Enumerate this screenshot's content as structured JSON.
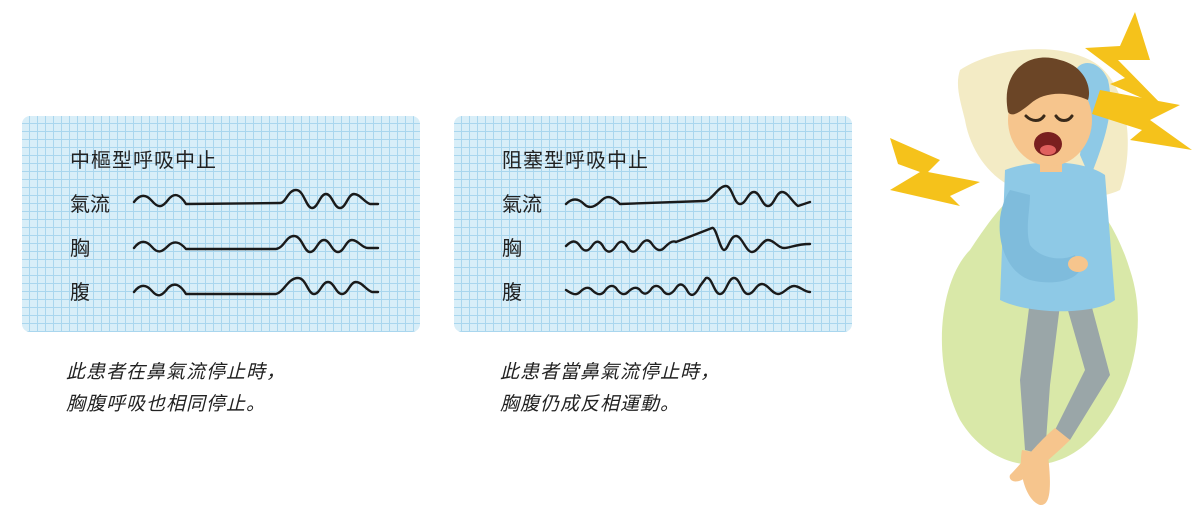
{
  "panels": [
    {
      "title": "中樞型呼吸中止",
      "rows": [
        {
          "label": "氣流"
        },
        {
          "label": "胸"
        },
        {
          "label": "腹"
        }
      ],
      "caption": [
        "此患者在鼻氣流停止時，",
        "胸腹呼吸也相同停止。"
      ]
    },
    {
      "title": "阻塞型呼吸中止",
      "rows": [
        {
          "label": "氣流"
        },
        {
          "label": "胸"
        },
        {
          "label": "腹"
        }
      ],
      "caption": [
        "此患者當鼻氣流停止時，",
        "胸腹仍成反相運動。"
      ]
    }
  ],
  "colors": {
    "grid_background": "#d8eef8",
    "grid_lines": "#a9d6ee",
    "waveform": "#1a1a1a",
    "lightning": "#f5c21b",
    "pajamas": "#8ec9e6",
    "pants": "#9aa6a8",
    "blob": "#d9e8a8"
  },
  "illustration": {
    "subject": "man-snoring-in-bed-icon",
    "effects": "lightning-bolt-icon"
  }
}
